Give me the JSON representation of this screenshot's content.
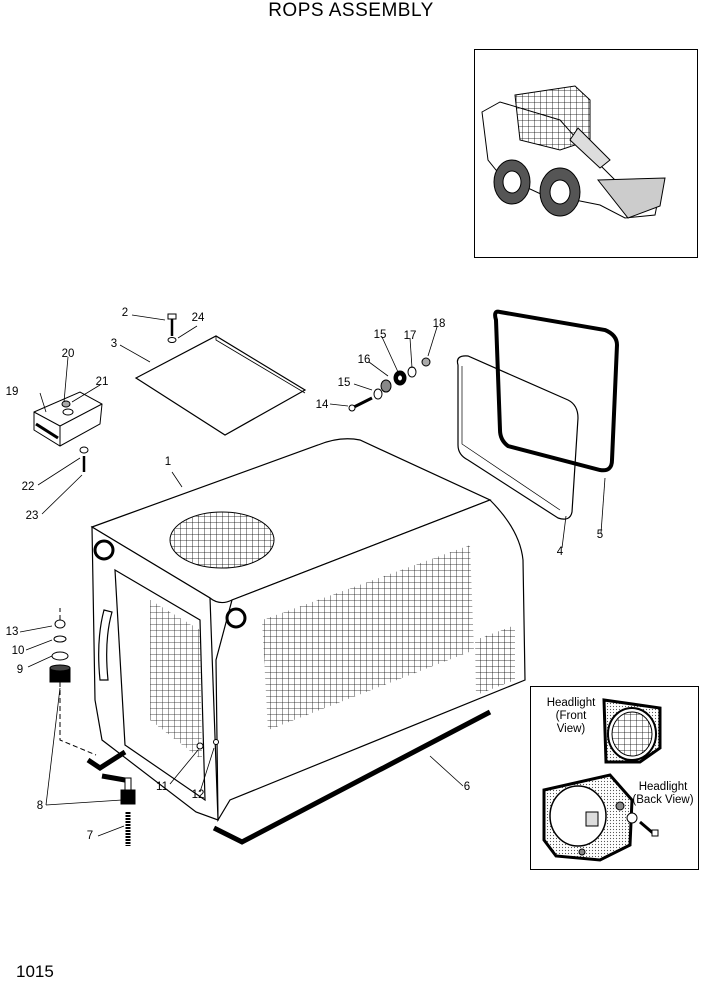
{
  "title": "ROPS ASSEMBLY",
  "page_number": "1015",
  "parts": [
    "1",
    "2",
    "3",
    "4",
    "5",
    "6",
    "7",
    "8",
    "9",
    "10",
    "11",
    "12",
    "13",
    "14",
    "15",
    "15",
    "16",
    "17",
    "18",
    "19",
    "20",
    "21",
    "22",
    "23",
    "24"
  ],
  "headlight": {
    "front_line1": "Headlight",
    "front_line2": "(Front",
    "front_line3": "View)",
    "back_line1": "Headlight",
    "back_line2": "(Back View)"
  }
}
